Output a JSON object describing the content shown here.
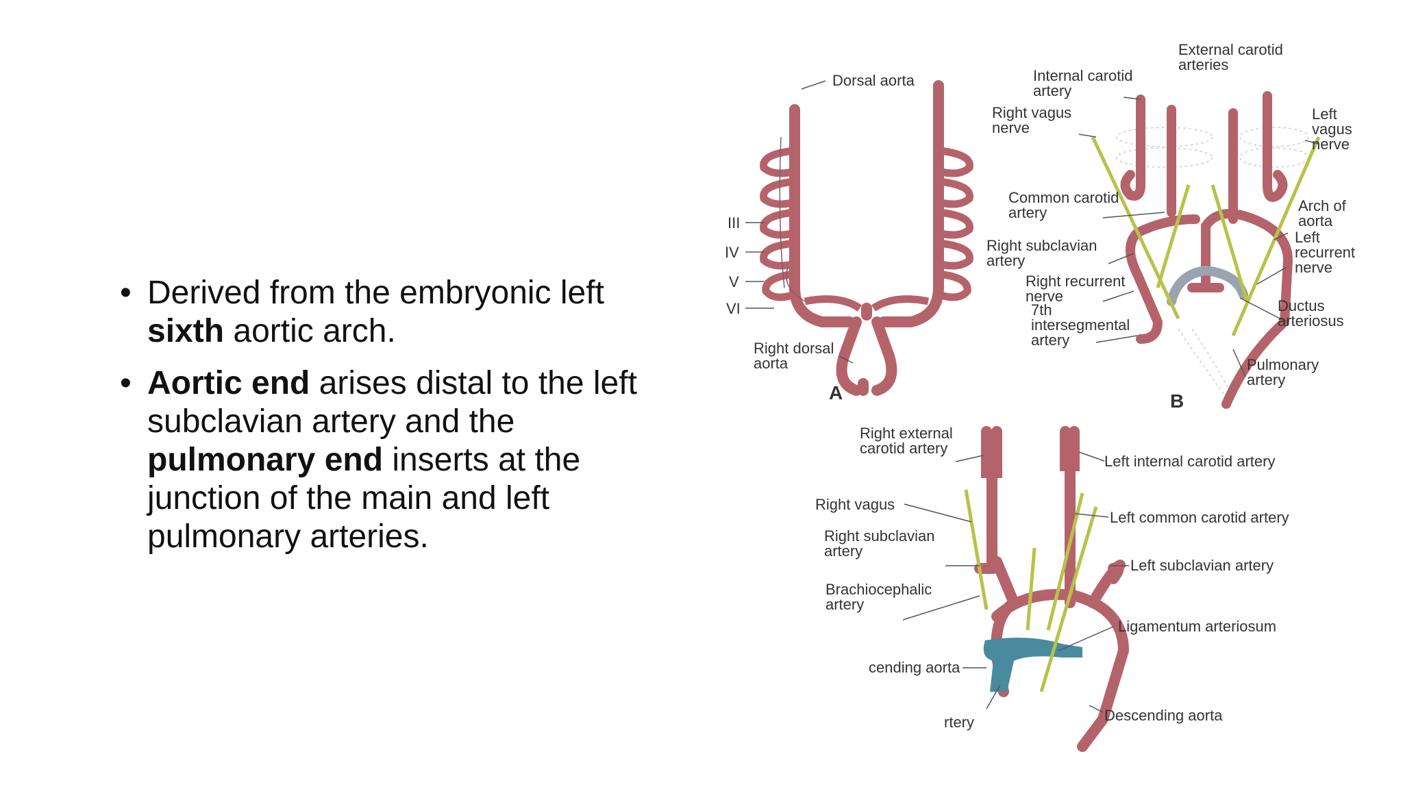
{
  "bullets": [
    {
      "parts": [
        {
          "text": "Derived from the embryonic left ",
          "bold": false
        },
        {
          "text": "sixth",
          "bold": true
        },
        {
          "text": " aortic arch.",
          "bold": false
        }
      ]
    },
    {
      "parts": [
        {
          "text": "Aortic end",
          "bold": true
        },
        {
          "text": " arises distal to the left subclavian artery and the ",
          "bold": false
        },
        {
          "text": "pulmonary end",
          "bold": true
        },
        {
          "text": " inserts at the junction of the main and left pulmonary arteries.",
          "bold": false
        }
      ]
    }
  ],
  "diagram": {
    "panelA": {
      "letter": "A",
      "labels": {
        "dorsal_aorta": "Dorsal aorta",
        "right_dorsal_aorta": "Right dorsal aorta",
        "arch_iii": "III",
        "arch_iv": "IV",
        "arch_v": "V",
        "arch_vi": "VI"
      }
    },
    "panelB": {
      "letter": "B",
      "labels": {
        "external_carotid": "External carotid arteries",
        "internal_carotid": "Internal carotid artery",
        "right_vagus": "Right vagus nerve",
        "left_vagus": "Left vagus nerve",
        "common_carotid": "Common carotid artery",
        "arch_of_aorta": "Arch of aorta",
        "right_subclavian": "Right subclavian artery",
        "left_recurrent": "Left recurrent nerve",
        "right_recurrent": "Right recurrent nerve",
        "ductus": "Ductus arteriosus",
        "seventh_interseg": "7th intersegmental artery",
        "pulmonary_artery": "Pulmonary artery"
      }
    },
    "panelC": {
      "labels": {
        "right_ext_carotid": "Right external carotid artery",
        "left_int_carotid": "Left internal carotid artery",
        "right_vagus": "Right vagus",
        "left_common_carotid": "Left common carotid artery",
        "right_subclavian": "Right subclavian artery",
        "left_subclavian": "Left subclavian artery",
        "brachiocephalic": "Brachiocephalic artery",
        "ligamentum": "Ligamentum arteriosum",
        "ascending_aorta": "cending aorta",
        "descending_aorta": "Descending aorta",
        "pulmonary_trunk": "rtery"
      }
    },
    "colors": {
      "artery": "#b5636a",
      "artery_light": "#d28a90",
      "nerve": "#b7c24a",
      "pulmonary": "#4a8a9e",
      "pulmonary_grey": "#9aa3b0"
    }
  }
}
